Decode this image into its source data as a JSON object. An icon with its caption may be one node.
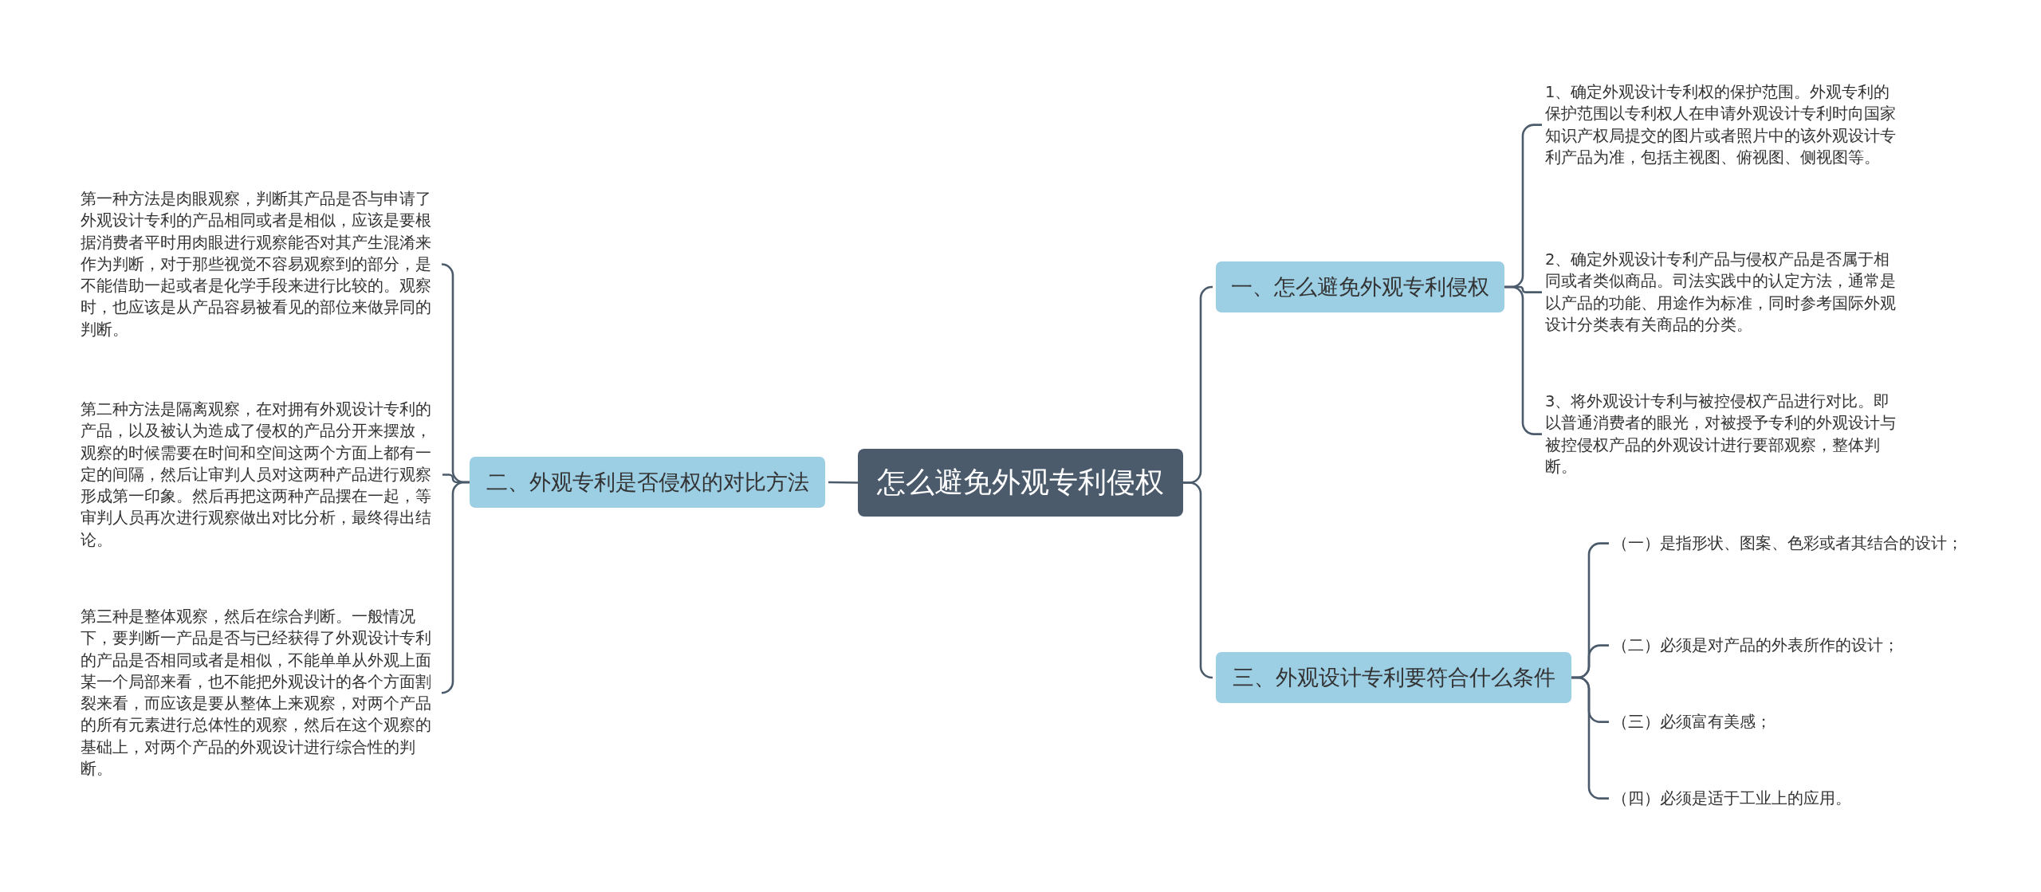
{
  "diagram": {
    "nodes": [
      {
        "text": [
          "怎么避免外观专利侵权"
        ]
      },
      {
        "text": [
          "一、怎么避免外观专利侵权"
        ]
      },
      {
        "text": [
          "1、确定外观设计专利权的保护范围。外观专利的保护范围以专利权人在申请外观设计专利时向国家知识产权局提交的图片或者照片中的该外观设计专利产品为准，包括主视图、俯视图、侧视图等。"
        ]
      },
      {
        "text": [
          "2、确定外观设计专利产品与侵权产品是否属于相同或者类似商品。司法实践中的认定方法，通常是以产品的功能、用途作为标准，同时参考国际外观设计分类表有关商品的分类。"
        ]
      },
      {
        "text": [
          "3、将外观设计专利与被控侵权产品进行对比。即以普通消费者的眼光，对被授予专利的外观设计与被控侵权产品的外观设计进行要部观察，整体判断。"
        ]
      },
      {
        "text": [
          "三、外观设计专利要符合什么条件"
        ]
      },
      {
        "text": [
          "（一）是指形状、图案、色彩或者其结合的设计；"
        ]
      },
      {
        "text": [
          "（二）必须是对产品的外表所作的设计；"
        ]
      },
      {
        "text": [
          "（三）必须富有美感；"
        ]
      },
      {
        "text": [
          "（四）必须是适于工业上的应用。"
        ]
      },
      {
        "text": [
          "二、外观专利是否侵权的对比方法"
        ]
      },
      {
        "text": [
          "第一种方法是肉眼观察，判断其产品是否与申请了外观设计专利的产品相同或者是相似，应该是要根据消费者平时用肉眼进行观察能否对其产生混淆来作为判断，对于那些视觉不容易观察到的部分，是不能借助一起或者是化学手段来进行比较的。观察时，也应该是从产品容易被看见的部位来做异同的判断。"
        ]
      },
      {
        "text": [
          "第二种方法是隔离观察，在对拥有外观设计专利的产品，以及被认为造成了侵权的产品分开来摆放，观察的时候需要在时间和空间这两个方面上都有一定的间隔，然后让审判人员对这两种产品进行观察形成第一印象。然后再把这两种产品摆在一起，等审判人员再次进行观察做出对比分析，最终得出结论。"
        ]
      },
      {
        "text": [
          "第三种是整体观察，然后在综合判断。一般情况下，要判断一产品是否与已经获得了外观设计专利的产品是否相同或者是相似，不能单单从外观上面某一个局部来看，也不能把外观设计的各个方面割裂来看，而应该是要从整体上来观察，对两个产品的所有元素进行总体性的观察，然后在这个观察的基础上，对两个产品的外观设计进行综合性的判断。"
        ]
      }
    ],
    "edges": [
      {
        "from": 0,
        "to": 1,
        "arrow": "none"
      },
      {
        "from": 1,
        "to": 2,
        "arrow": "none"
      },
      {
        "from": 1,
        "to": 3,
        "arrow": "none"
      },
      {
        "from": 1,
        "to": 4,
        "arrow": "none"
      },
      {
        "from": 0,
        "to": 5,
        "arrow": "none"
      },
      {
        "from": 5,
        "to": 6,
        "arrow": "none"
      },
      {
        "from": 5,
        "to": 7,
        "arrow": "none"
      },
      {
        "from": 5,
        "to": 8,
        "arrow": "none"
      },
      {
        "from": 5,
        "to": 9,
        "arrow": "none"
      },
      {
        "from": 0,
        "to": 10,
        "arrow": "none"
      },
      {
        "from": 10,
        "to": 11,
        "arrow": "none"
      },
      {
        "from": 10,
        "to": 12,
        "arrow": "none"
      },
      {
        "from": 10,
        "to": 13,
        "arrow": "none"
      }
    ]
  }
}
